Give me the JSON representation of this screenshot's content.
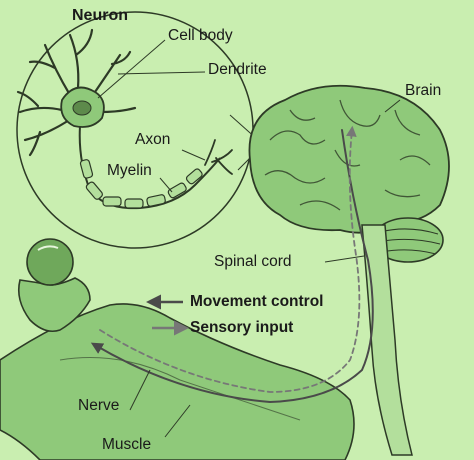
{
  "labels": {
    "neuron": "Neuron",
    "cell_body": "Cell body",
    "dendrite": "Dendrite",
    "axon": "Axon",
    "myelin": "Myelin",
    "brain": "Brain",
    "spinal_cord": "Spinal cord",
    "nerve": "Nerve",
    "muscle": "Muscle"
  },
  "legend": {
    "movement": "Movement control",
    "sensory": "Sensory input"
  },
  "colors": {
    "background": "#c9eeb0",
    "tissue": "#8fc97a",
    "tissue_light": "#b3df9c",
    "outline": "#2d3a26",
    "arrow_movement": "#4a4a4a",
    "arrow_sensory": "#6b6b6b"
  }
}
